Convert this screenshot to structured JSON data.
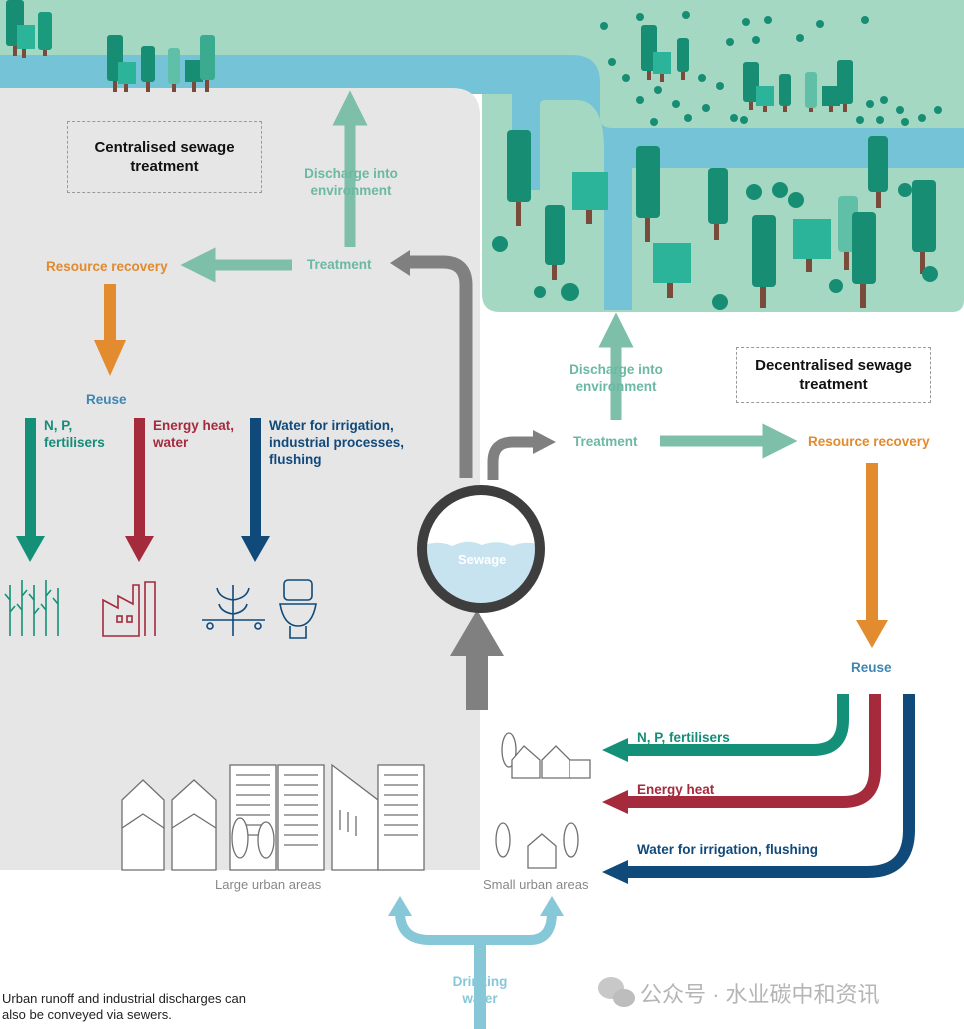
{
  "centralised": {
    "title": "Centralised sewage treatment",
    "discharge": "Discharge into environment",
    "treatment": "Treatment",
    "resource_recovery": "Resource recovery",
    "reuse": "Reuse",
    "npk": "N, P, fertilisers",
    "energy": "Energy heat, water",
    "water": "Water for irrigation, industrial processes, flushing"
  },
  "decentralised": {
    "title": "Decentralised sewage treatment",
    "discharge": "Discharge into environment",
    "treatment": "Treatment",
    "resource_recovery": "Resource recovery",
    "reuse": "Reuse",
    "npk": "N, P, fertilisers",
    "energy": "Energy heat",
    "water": "Water for irrigation, flushing"
  },
  "sewage_label": "Sewage",
  "large_urban": "Large urban areas",
  "small_urban": "Small urban areas",
  "drinking_water": "Drinking water",
  "note": "Urban runoff and industrial discharges can also be conveyed via sewers.",
  "watermark": "公众号 · 水业碳中和资讯",
  "colors": {
    "landscape": "#a4d8c2",
    "river": "#74c3d6",
    "gray_zone": "#e6e6e6",
    "teal_arrow": "#7dbfa9",
    "orange": "#e38c2f",
    "green": "#149078",
    "red": "#a42a3c",
    "navy": "#0f4a7b",
    "drinking": "#86c8d8",
    "sewage_pipe": "#808080"
  }
}
